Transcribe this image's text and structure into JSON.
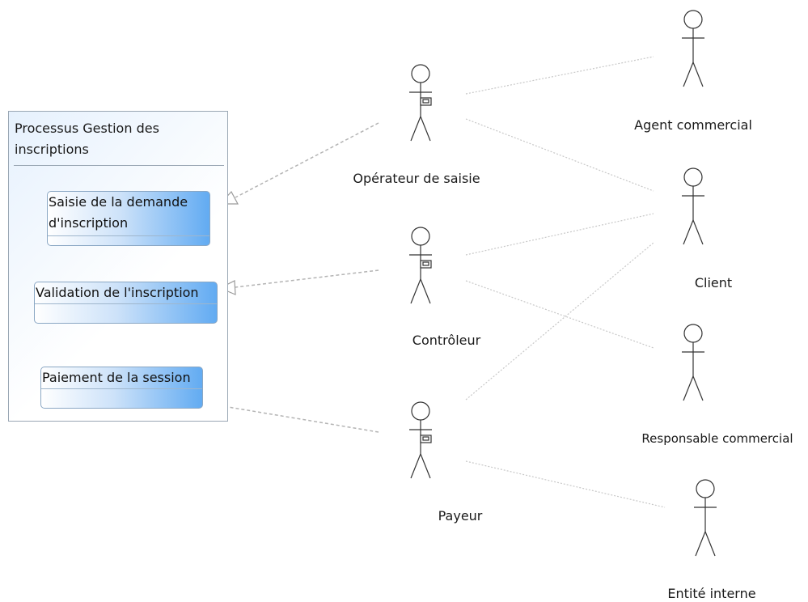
{
  "process": {
    "title": "Processus Gestion des inscriptions"
  },
  "use_cases": [
    {
      "id": "uc1",
      "label": "Saisie de la demande d'inscription"
    },
    {
      "id": "uc2",
      "label": "Validation de l'inscription"
    },
    {
      "id": "uc3",
      "label": "Paiement de la session"
    }
  ],
  "actors": [
    {
      "id": "operateur",
      "label": "Opérateur de saisie",
      "kind": "system-actor"
    },
    {
      "id": "controleur",
      "label": "Contrôleur",
      "kind": "system-actor"
    },
    {
      "id": "payeur",
      "label": "Payeur",
      "kind": "system-actor"
    },
    {
      "id": "agent",
      "label": "Agent commercial",
      "kind": "actor"
    },
    {
      "id": "client",
      "label": "Client",
      "kind": "actor"
    },
    {
      "id": "responsable",
      "label": "Responsable commercial",
      "kind": "actor"
    },
    {
      "id": "entite",
      "label": "Entité interne",
      "kind": "actor"
    }
  ],
  "relations": [
    {
      "from": "operateur",
      "to": "uc1",
      "kind": "realization"
    },
    {
      "from": "controleur",
      "to": "uc2",
      "kind": "realization"
    },
    {
      "from": "payeur",
      "to": "uc3",
      "kind": "realization"
    },
    {
      "from": "operateur",
      "to": "agent",
      "kind": "association"
    },
    {
      "from": "operateur",
      "to": "client",
      "kind": "association"
    },
    {
      "from": "controleur",
      "to": "client",
      "kind": "association"
    },
    {
      "from": "controleur",
      "to": "responsable",
      "kind": "association"
    },
    {
      "from": "payeur",
      "to": "client",
      "kind": "association"
    },
    {
      "from": "payeur",
      "to": "entite",
      "kind": "association"
    }
  ],
  "colors": {
    "usecase_fill_start": "#ffffff",
    "usecase_fill_end": "#62abf2",
    "process_fill": "#e6f1fd",
    "association_line": "#c8c8c8",
    "realization_line": "#b4b4b4",
    "stroke": "#333333"
  }
}
